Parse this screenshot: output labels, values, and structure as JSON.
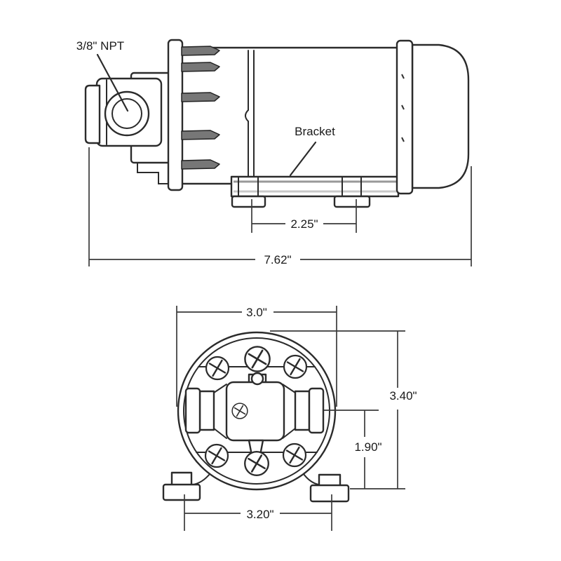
{
  "diagram": {
    "side_view": {
      "port_label": "3/8\" NPT",
      "bracket_label": "Bracket",
      "foot_spacing_dim": "2.25\"",
      "overall_length_dim": "7.62\""
    },
    "front_view": {
      "width_dim": "3.0\"",
      "overall_height_dim": "3.40\"",
      "port_center_to_base_dim": "1.90\"",
      "foot_spacing_dim": "3.20\""
    },
    "colors": {
      "line": "#2b2b2b",
      "dimension_line": "#3a3a3a",
      "text": "#1a1a1a",
      "fin_fill": "#777777",
      "background": "#ffffff"
    }
  }
}
